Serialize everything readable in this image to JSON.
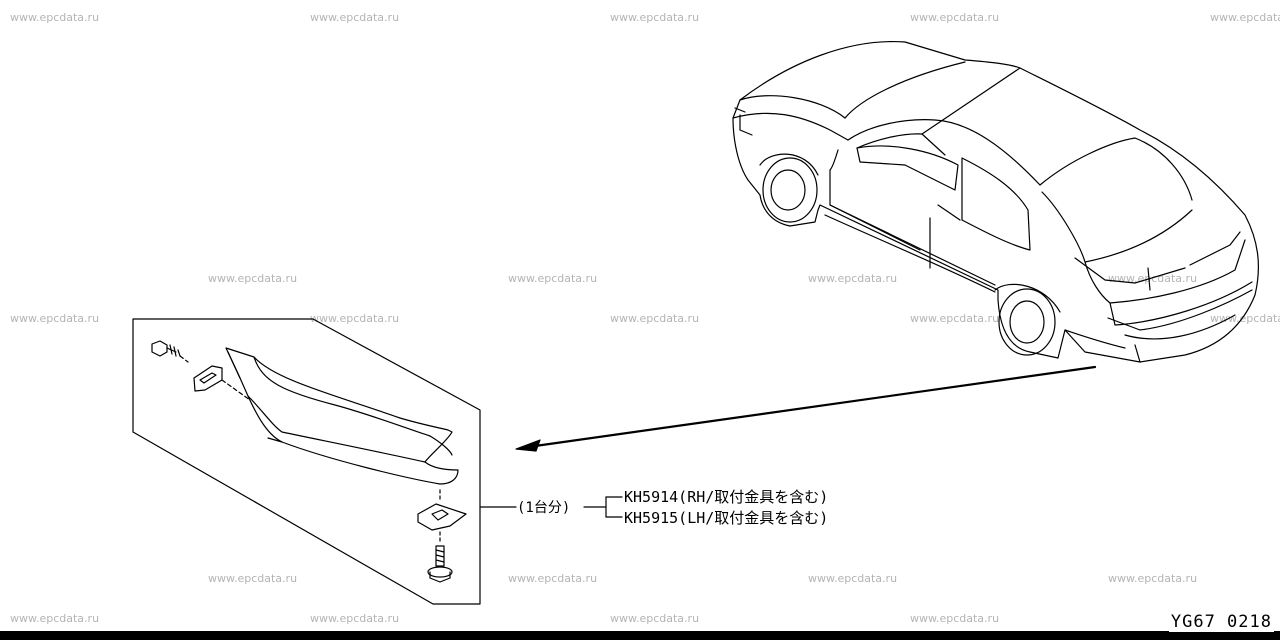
{
  "watermark": "www.epcdata.ru",
  "parts": {
    "set_label": "(1台分)",
    "items": [
      "KH5914(RH/取付金具を含む)",
      "KH5915(LH/取付金具を含む)"
    ]
  },
  "diagram_code": "YG67  0218"
}
